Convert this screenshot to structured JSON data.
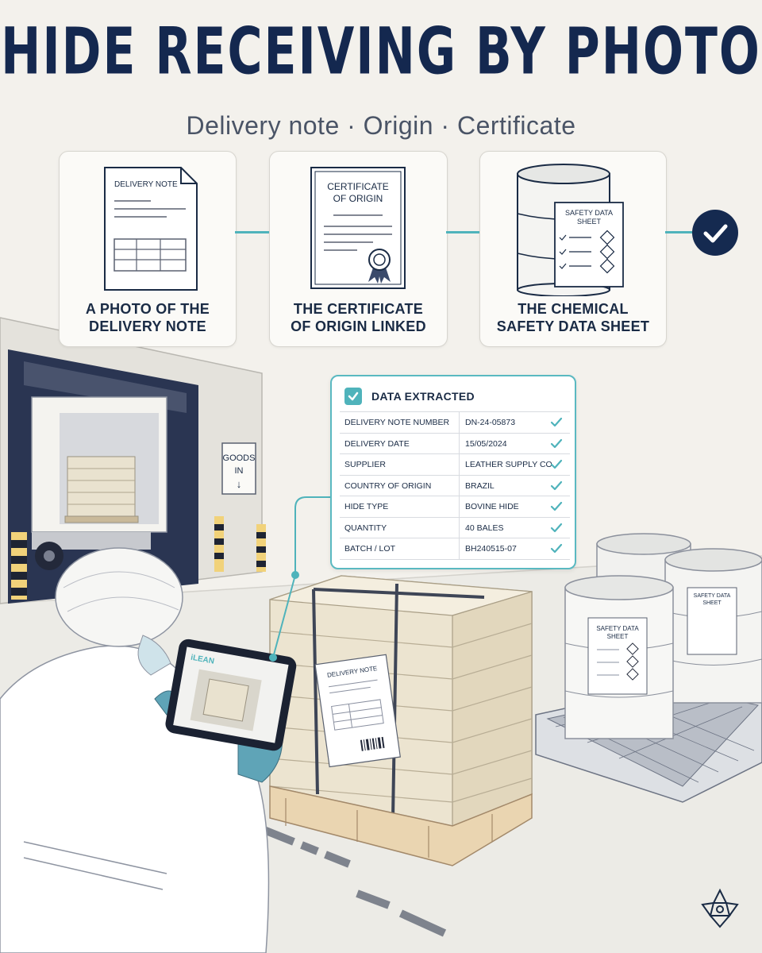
{
  "header": {
    "title": "HIDE RECEIVING BY PHOTO",
    "subtitle": "Delivery note · Origin · Certificate"
  },
  "cards": [
    {
      "doc_title": "DELIVERY NOTE",
      "label_line1": "A PHOTO OF THE",
      "label_line2": "DELIVERY NOTE"
    },
    {
      "doc_title_line1": "CERTIFICATE",
      "doc_title_line2": "OF ORIGIN",
      "label_line1": "THE CERTIFICATE",
      "label_line2": "OF ORIGIN LINKED"
    },
    {
      "doc_title_line1": "SAFETY DATA",
      "doc_title_line2": "SHEET",
      "label_line1": "THE CHEMICAL",
      "label_line2": "SAFETY DATA SHEET"
    }
  ],
  "extracted": {
    "title": "DATA EXTRACTED",
    "rows": [
      {
        "label": "DELIVERY NOTE NUMBER",
        "value": "DN-24-05873"
      },
      {
        "label": "DELIVERY DATE",
        "value": "15/05/2024"
      },
      {
        "label": "SUPPLIER",
        "value": "LEATHER SUPPLY CO."
      },
      {
        "label": "COUNTRY OF ORIGIN",
        "value": "BRAZIL"
      },
      {
        "label": "HIDE TYPE",
        "value": "BOVINE HIDE"
      },
      {
        "label": "QUANTITY",
        "value": "40 BALES"
      },
      {
        "label": "BATCH / LOT",
        "value": "BH240515-07"
      }
    ]
  },
  "scene": {
    "goods_in_line1": "GOODS",
    "goods_in_line2": "IN",
    "goods_in_arrow": "↓",
    "tablet_brand": "iLEAN",
    "pallet_note": "DELIVERY NOTE",
    "drum_label_line1": "SAFETY DATA",
    "drum_label_line2": "SHEET"
  },
  "icons": [
    "check-icon",
    "checkbox-icon",
    "seal-icon",
    "hazard-icon",
    "barcode-icon",
    "flower-logo-icon"
  ],
  "colors": {
    "navy": "#14284f",
    "teal": "#4fb3bb",
    "background": "#f3f1ec"
  }
}
